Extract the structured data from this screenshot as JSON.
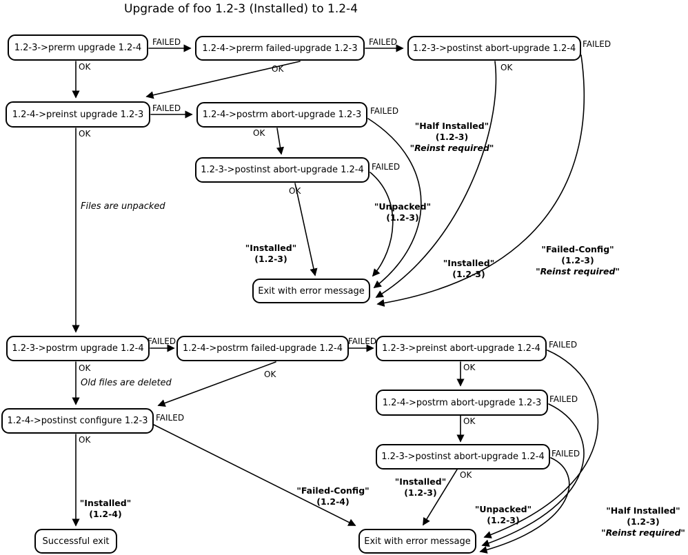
{
  "title": "Upgrade of foo 1.2-3 (Installed) to 1.2-4",
  "labels": {
    "failed": "FAILED",
    "ok": "OK"
  },
  "annotations": {
    "files_unpacked": "Files are unpacked",
    "old_files_deleted": "Old files are deleted"
  },
  "states": {
    "half_installed": "\"Half Installed\"",
    "installed": "\"Installed\"",
    "unpacked": "\"Unpacked\"",
    "failed_config": "\"Failed-Config\"",
    "reinst_required": "\"Reinst required\"",
    "v123": "(1.2-3)",
    "v124": "(1.2-4)"
  },
  "nodes": {
    "prerm_upgrade": "1.2-3->prerm upgrade 1.2-4",
    "prerm_failed_upgrade": "1.2-4->prerm failed-upgrade 1.2-3",
    "postinst_abort_upgrade_top": "1.2-3->postinst abort-upgrade 1.2-4",
    "preinst_upgrade": "1.2-4->preinst upgrade 1.2-3",
    "postrm_abort_upgrade_mid": "1.2-4->postrm abort-upgrade 1.2-3",
    "postinst_abort_upgrade_mid": "1.2-3->postinst abort-upgrade 1.2-4",
    "exit_error_1": "Exit with error message",
    "postrm_upgrade": "1.2-3->postrm upgrade 1.2-4",
    "postrm_failed_upgrade": "1.2-4->postrm failed-upgrade 1.2-4",
    "preinst_abort_upgrade": "1.2-3->preinst abort-upgrade 1.2-4",
    "postrm_abort_upgrade_bottom": "1.2-4->postrm abort-upgrade 1.2-3",
    "postinst_abort_upgrade_bottom": "1.2-3->postinst abort-upgrade 1.2-4",
    "postinst_configure": "1.2-4->postinst configure 1.2-3",
    "successful_exit": "Successful exit",
    "exit_error_2": "Exit with error message"
  },
  "edge_color": "#000000"
}
